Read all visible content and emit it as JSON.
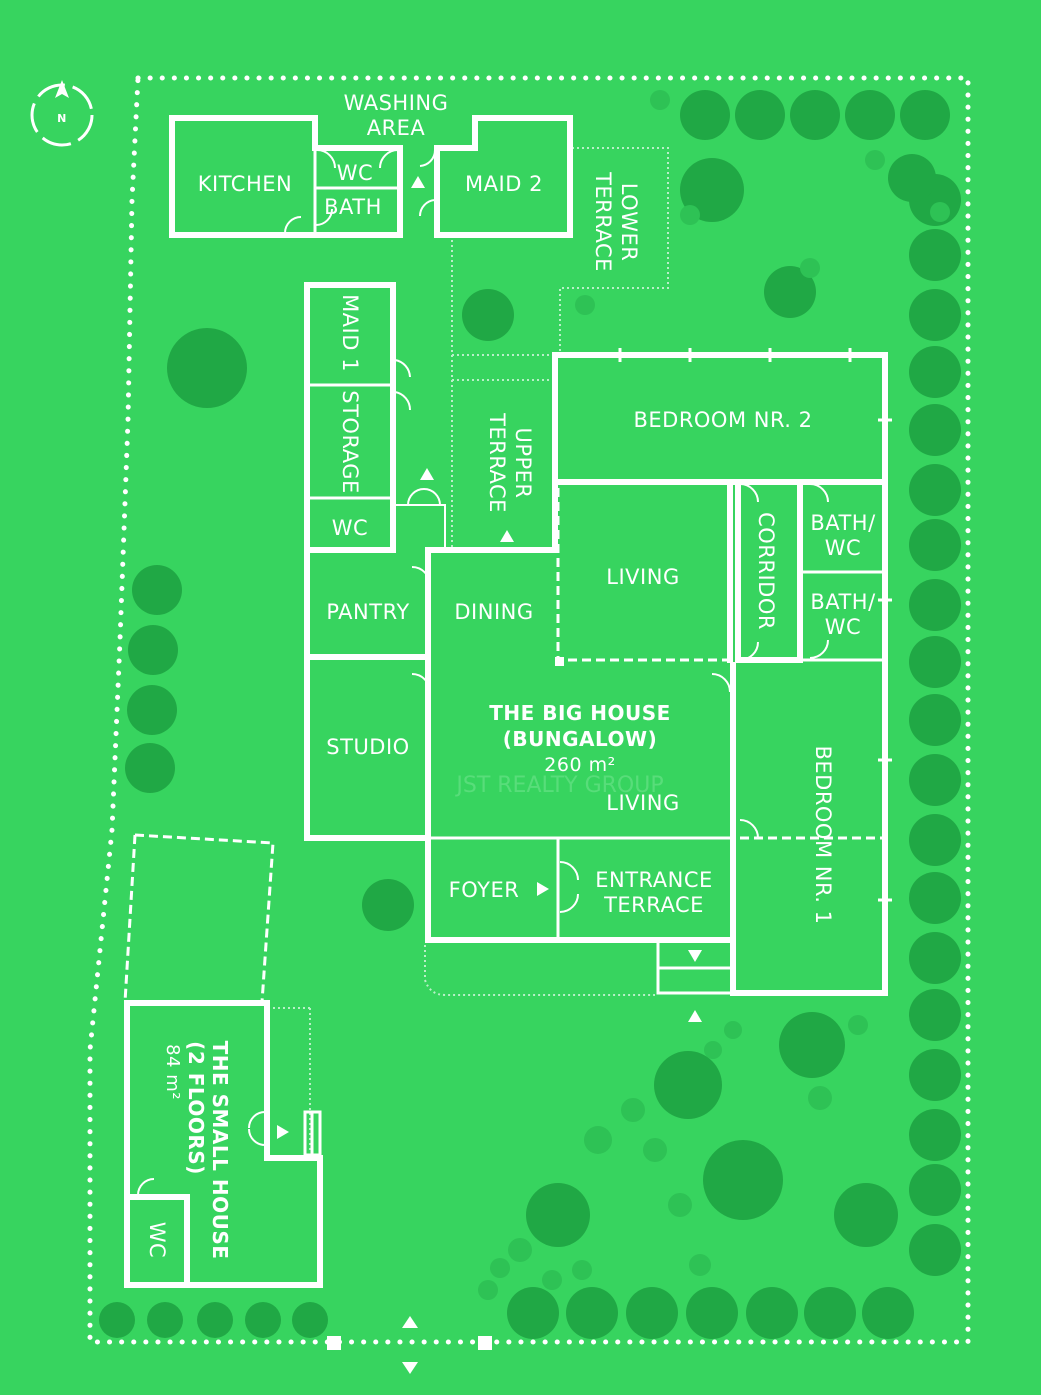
{
  "compass": {
    "label": "N"
  },
  "rooms": {
    "washing_line1": "WASHING",
    "washing_line2": "AREA",
    "kitchen": "KITCHEN",
    "wc_top": "WC",
    "bath_top": "BATH",
    "maid2": "MAID 2",
    "lower_terrace_line1": "LOWER",
    "lower_terrace_line2": "TERRACE",
    "maid1": "MAID 1",
    "storage": "STORAGE",
    "wc_mid": "WC",
    "upper_terrace_line1": "UPPER",
    "upper_terrace_line2": "TERRACE",
    "bedroom2": "BEDROOM NR. 2",
    "living_top": "LIVING",
    "corridor": "CORRIDOR",
    "bathwc1_line1": "BATH/",
    "bathwc1_line2": "WC",
    "bathwc2_line1": "BATH/",
    "bathwc2_line2": "WC",
    "pantry": "PANTRY",
    "dining": "DINING",
    "studio": "STUDIO",
    "living_bottom": "LIVING",
    "foyer": "FOYER",
    "entrance_line1": "ENTRANCE",
    "entrance_line2": "TERRACE",
    "bedroom1": "BEDROOM NR. 1",
    "small_wc": "WC"
  },
  "big_house": {
    "name_line1": "THE BIG HOUSE",
    "name_line2": "(BUNGALOW)",
    "area": "260 m²"
  },
  "small_house": {
    "name_line1": "THE SMALL HOUSE",
    "name_line2": "(2 FLOORS)",
    "area": "84 m²"
  },
  "watermark": "JST REALTY GROUP",
  "colors": {
    "background": "#37d45f",
    "tree": "#20a845",
    "lines": "#ffffff"
  }
}
